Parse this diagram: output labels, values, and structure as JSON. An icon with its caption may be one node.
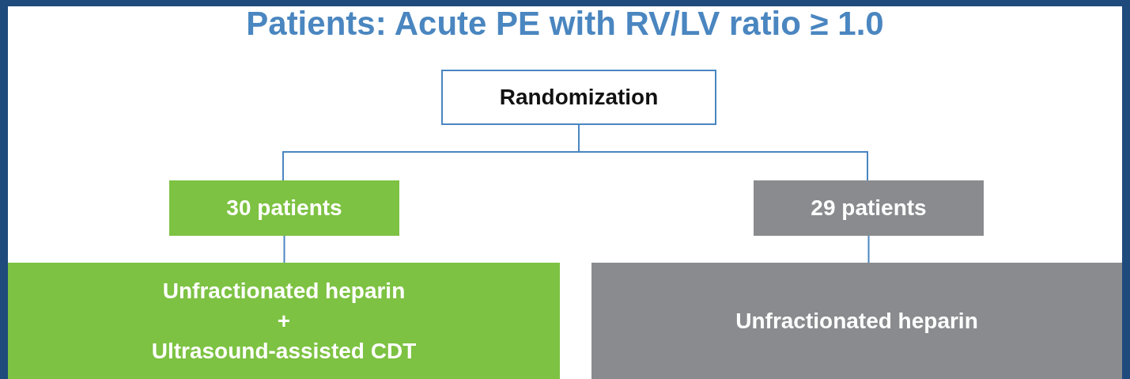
{
  "diagram": {
    "title": "Patients: Acute PE with RV/LV ratio ≥ 1.0",
    "nodes": [
      {
        "text": [
          "Randomization"
        ]
      },
      {
        "text": [
          "30 patients"
        ]
      },
      {
        "text": [
          "29 patients"
        ]
      },
      {
        "text": [
          "Unfractionated heparin",
          "+",
          "Ultrasound-assisted CDT"
        ]
      },
      {
        "text": [
          "Unfractionated heparin"
        ]
      }
    ],
    "edges": [
      {
        "from": 0,
        "to": 1,
        "arrow": "none"
      },
      {
        "from": 0,
        "to": 2,
        "arrow": "none"
      },
      {
        "from": 1,
        "to": 3,
        "arrow": "none"
      },
      {
        "from": 2,
        "to": 4,
        "arrow": "none"
      }
    ]
  }
}
